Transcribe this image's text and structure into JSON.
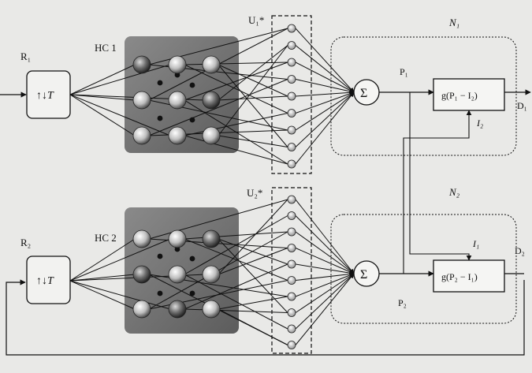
{
  "diagram": {
    "type": "neural-network-block-diagram",
    "top_channel": {
      "input": "R₁",
      "input_block": "↑↓T",
      "hidden_layer": "НС 1",
      "selector": "U₁*",
      "sum": "Σ",
      "sum_output": "P₁",
      "module": "N₁",
      "function": "g(P₁ − I₂)",
      "inhibition": "I₂",
      "output": "D₁"
    },
    "bottom_channel": {
      "input": "R₂",
      "input_block": "↑↓T",
      "hidden_layer": "НС 2",
      "selector": "U₂*",
      "sum": "Σ",
      "sum_output": "P₂",
      "module": "N₂",
      "function": "g(P₂ − I₁)",
      "inhibition": "I₁",
      "output": "D₂"
    },
    "colors": {
      "background": "#e9e9e7",
      "hidden_layer_fill": "#7a7a7a",
      "stroke": "#111111",
      "neuron_fill": "#c8c8c8"
    }
  }
}
